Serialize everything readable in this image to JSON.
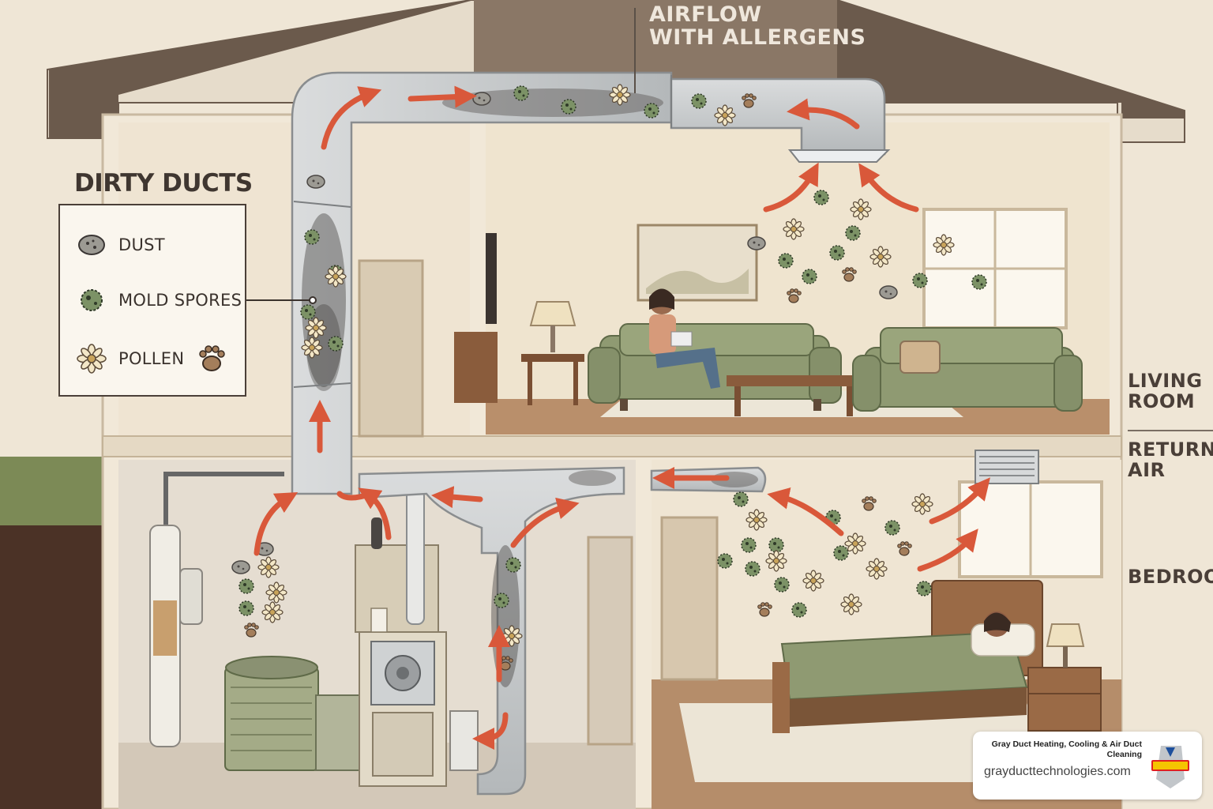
{
  "labels": {
    "airflow_line1": "AIRFLOW",
    "airflow_line2": "WITH ALLERGENS",
    "living_line1": "LIVING",
    "living_line2": "ROOM",
    "return_line1": "RETURN",
    "return_line2": "AIR",
    "bedroom": "BEDROOM"
  },
  "legend": {
    "title": "DIRTY DUCTS",
    "items": [
      {
        "label": "DUST",
        "icon": "dust-icon"
      },
      {
        "label": "MOLD SPORES",
        "icon": "mold-spore-icon"
      },
      {
        "label": "POLLEN",
        "icon": "pollen-icon"
      }
    ],
    "extra_icon": "pet-dander-paw-icon"
  },
  "footer": {
    "business_name": "Gray Duct Heating, Cooling & Air Duct Cleaning",
    "url": "grayducttechnologies.com",
    "logo_icon": "gray-duct-logo-icon"
  },
  "colors": {
    "wall": "#efe6d6",
    "roof": "#6b5a4c",
    "duct": "#c9ccce",
    "arrow": "#d9583a",
    "sofa": "#8f9a72",
    "floor": "#b58d6a",
    "text": "#4a3f38"
  }
}
